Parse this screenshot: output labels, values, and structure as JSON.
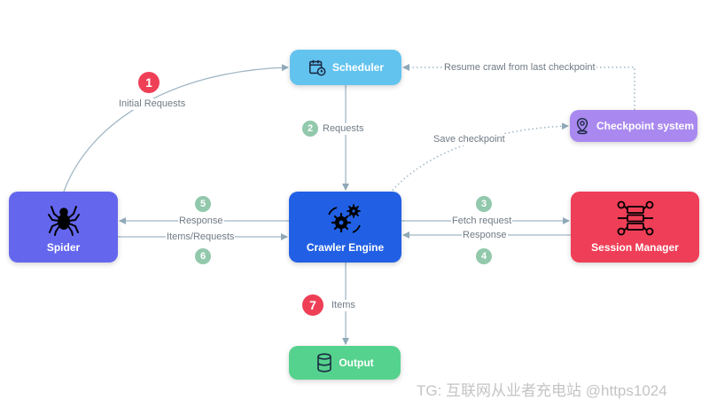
{
  "nodes": {
    "scheduler": "Scheduler",
    "checkpoint": "Checkpoint system",
    "spider": "Spider",
    "engine": "Crawler Engine",
    "session": "Session Manager",
    "output": "Output"
  },
  "edges": {
    "initial_requests": {
      "label": "Initial Requests",
      "step": "1"
    },
    "requests": {
      "label": "Requests",
      "step": "2"
    },
    "fetch_request": {
      "label": "Fetch request",
      "step": "3"
    },
    "response_session": {
      "label": "Response",
      "step": "4"
    },
    "response_spider": {
      "label": "Response",
      "step": "5"
    },
    "items_requests": {
      "label": "Items/Requests",
      "step": "6"
    },
    "items": {
      "label": "Items",
      "step": "7"
    },
    "save_checkpoint": {
      "label": "Save checkpoint"
    },
    "resume": {
      "label": "Resume crawl from last checkpoint"
    }
  },
  "colors": {
    "scheduler": "#63c3ef",
    "checkpoint": "#a989ef",
    "spider": "#6467ee",
    "engine": "#2160e4",
    "session": "#ef3e57",
    "output": "#55d28d",
    "badge_red": "#ee3f57",
    "badge_teal": "#92c8ac",
    "connector": "#9fb6c4"
  },
  "icons": {
    "scheduler": "calendar-clock-icon",
    "checkpoint": "map-pin-icon",
    "spider": "spider-icon",
    "engine": "gears-icon",
    "session": "network-icon",
    "output": "database-icon"
  },
  "watermark": "TG: 互联网从业者充电站 @https1024"
}
